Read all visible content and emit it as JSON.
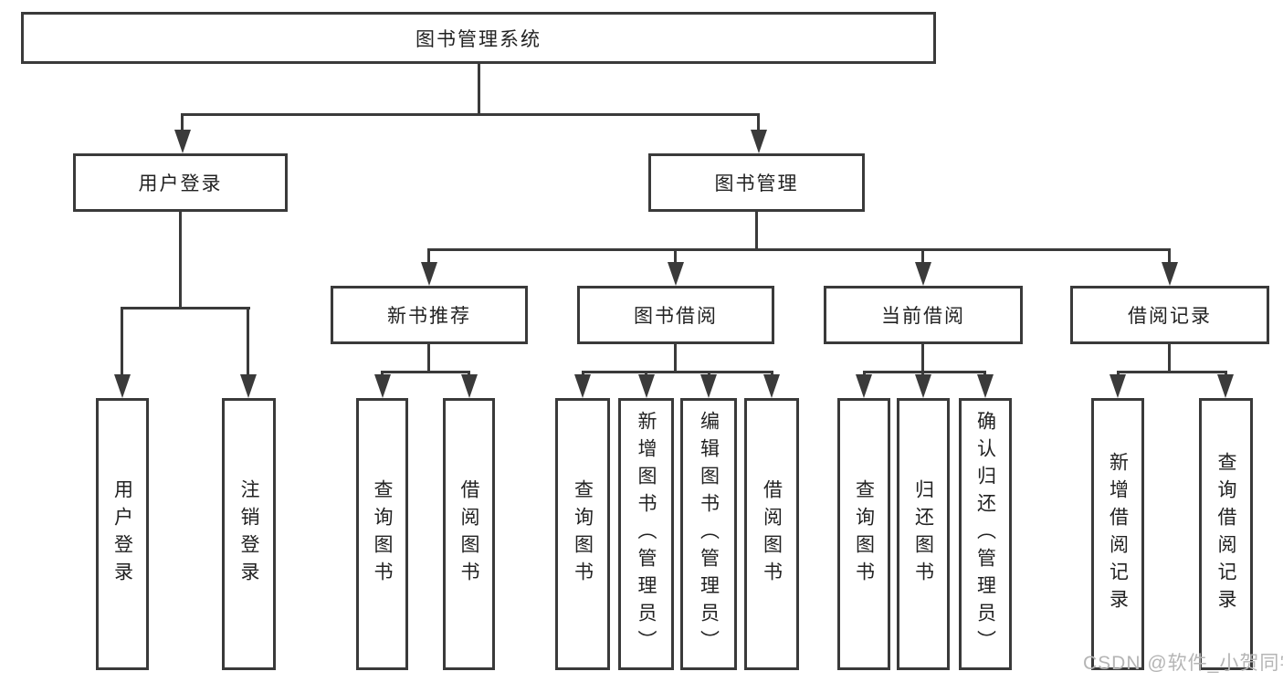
{
  "nodes": {
    "root": "图书管理系统",
    "login": {
      "label": "用户登录",
      "children": [
        "用户登录",
        "注销登录"
      ]
    },
    "management": {
      "label": "图书管理",
      "sections": [
        {
          "label": "新书推荐",
          "children": [
            "查询图书",
            "借阅图书"
          ]
        },
        {
          "label": "图书借阅",
          "children": [
            "查询图书",
            "新增图书（管理员）",
            "编辑图书（管理员）",
            "借阅图书"
          ]
        },
        {
          "label": "当前借阅",
          "children": [
            "查询图书",
            "归还图书",
            "确认归还（管理员）"
          ]
        },
        {
          "label": "借阅记录",
          "children": [
            "新增借阅记录",
            "查询借阅记录"
          ]
        }
      ]
    }
  },
  "watermark": "CSDN @软件_小贺同学",
  "colors": {
    "line": "#3a3a3a",
    "text": "#222222",
    "watermark": "#b5b5b5",
    "bg": "#ffffff"
  }
}
